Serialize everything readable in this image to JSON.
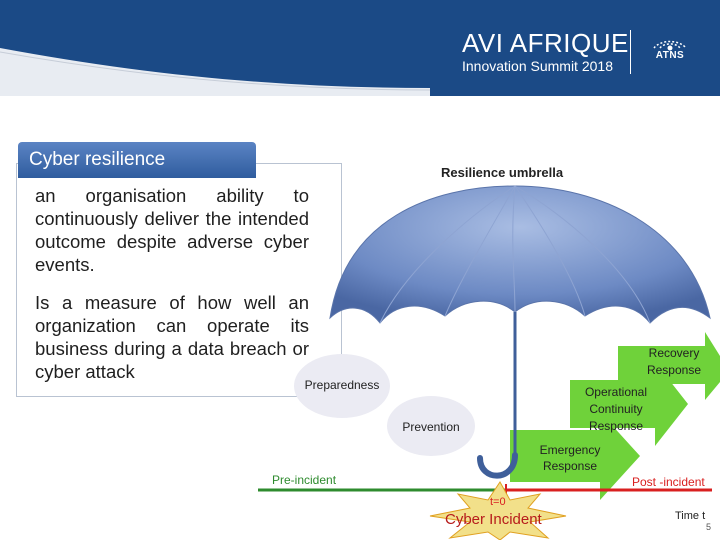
{
  "header": {
    "brand_title": "AVI AFRIQUE",
    "brand_subtitle": "Innovation Summit 2018",
    "logo_text": "ATNS",
    "color": "#1b4a86"
  },
  "definition": {
    "tab_label": "Cyber resilience",
    "paragraph_1": "an organisation ability to continuously deliver the intended outcome despite adverse cyber events.",
    "paragraph_2": "Is a measure of how well an organization can operate its business during a data breach or cyber attack"
  },
  "diagram": {
    "title": "Resilience umbrella",
    "stages": {
      "preparedness": "Preparedness",
      "prevention": "Prevention",
      "emergency": "Emergency Response",
      "operational": "Operational Continuity Response",
      "recovery": "Recovery Response"
    },
    "timeline": {
      "pre_incident": "Pre-incident",
      "post_incident": "Post -incident",
      "t0": "t=0",
      "incident": "Cyber Incident",
      "time_label": "Time t",
      "pre_color": "#2e8b2e",
      "post_color": "#d92020"
    },
    "colors": {
      "circle": "#ebebf3",
      "arrow": "#6fd23a",
      "starburst": "#f2e08a",
      "incident_text": "#b71c1c"
    }
  },
  "footer": {
    "page_number": "5"
  }
}
